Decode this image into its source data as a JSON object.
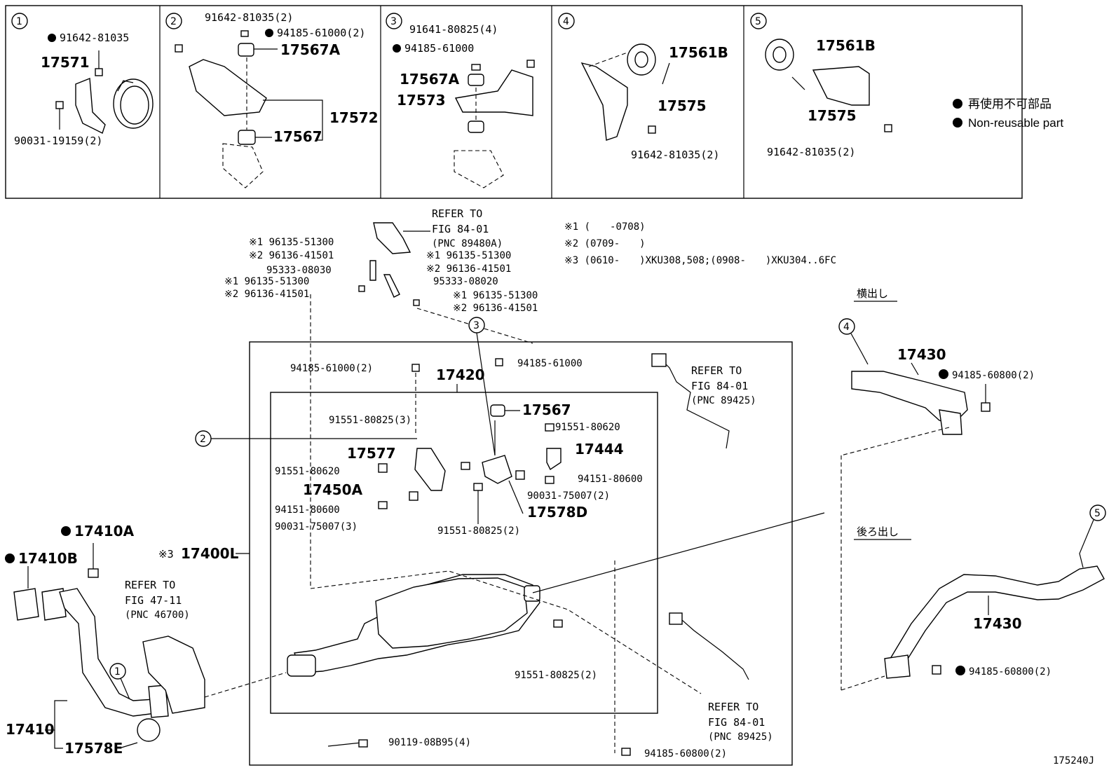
{
  "insets": [
    {
      "num": "1",
      "labels": [
        "91642-81035",
        "17571",
        "90031-19159(2)"
      ]
    },
    {
      "num": "2",
      "labels": [
        "91642-81035(2)",
        "94185-61000(2)",
        "17567A",
        "17572",
        "17567"
      ]
    },
    {
      "num": "3",
      "labels": [
        "91641-80825(4)",
        "94185-61000",
        "17567A",
        "17573"
      ]
    },
    {
      "num": "4",
      "labels": [
        "17561B",
        "17575",
        "91642-81035(2)"
      ]
    },
    {
      "num": "5",
      "labels": [
        "17561B",
        "17575",
        "91642-81035(2)"
      ]
    }
  ],
  "legend": {
    "ja": "再使用不可部品",
    "en": "Non-reusable part"
  },
  "notes": {
    "n1": "※1 (　　-0708)",
    "n2": "※2 (0709-　　)",
    "n3": "※3 (0610-　　)XKU308,508;(0908-　　)XKU304..6FC"
  },
  "refs": {
    "fig_84_01_a": [
      "REFER TO",
      "FIG 84-01",
      "(PNC 89480A)"
    ],
    "fig_84_01_b": [
      "REFER TO",
      "FIG 84-01",
      "(PNC 89425)"
    ],
    "fig_84_01_c": [
      "REFER TO",
      "FIG 84-01",
      "(PNC 89425)"
    ],
    "fig_47_11": [
      "REFER TO",
      "FIG 47-11",
      "(PNC 46700)"
    ]
  },
  "top_hardware": {
    "a1": "※1 96135-51300",
    "a2": "※2 96136-41501",
    "b1": "※1 96135-51300",
    "b2": "※2 96136-41501",
    "c": "95333-08030",
    "d1": "※1 96135-51300",
    "d2": "※2 96136-41501",
    "e": "95333-08020",
    "f1": "※1 96135-51300",
    "f2": "※2 96136-41501"
  },
  "main": {
    "p94185_61000_2": "94185-61000(2)",
    "p17420": "17420",
    "p94185_61000": "94185-61000",
    "p17567": "17567",
    "p91551_80620_r": "91551-80620",
    "p17444": "17444",
    "p94151_80600_r": "94151-80600",
    "p90031_75007_2": "90031-75007(2)",
    "p17578D": "17578D",
    "p91551_80825_3": "91551-80825(3)",
    "p17577": "17577",
    "p91551_80620_l": "91551-80620",
    "p17450A": "17450A",
    "p94151_80600_l": "94151-80600",
    "p90031_75007_3": "90031-75007(3)",
    "p91551_80825_2a": "91551-80825(2)",
    "p17400L_prefix": "※3",
    "p17400L": "17400L",
    "p91551_80825_2b": "91551-80825(2)",
    "p90119": "90119-08B95(4)",
    "p94185_60800_bottom": "94185-60800(2)",
    "p17410A": "17410A",
    "p17410B": "17410B",
    "p17410": "17410",
    "p17578E": "17578E"
  },
  "tail": {
    "side_exit": "横出し",
    "rear_exit": "後ろ出し",
    "p17430_a": "17430",
    "p94185_60800_a": "94185-60800(2)",
    "p17430_b": "17430",
    "p94185_60800_b": "94185-60800(2)"
  },
  "callouts": {
    "c1": "1",
    "c2": "2",
    "c3": "3",
    "c4": "4",
    "c5": "5"
  },
  "figure_id": "175240J"
}
